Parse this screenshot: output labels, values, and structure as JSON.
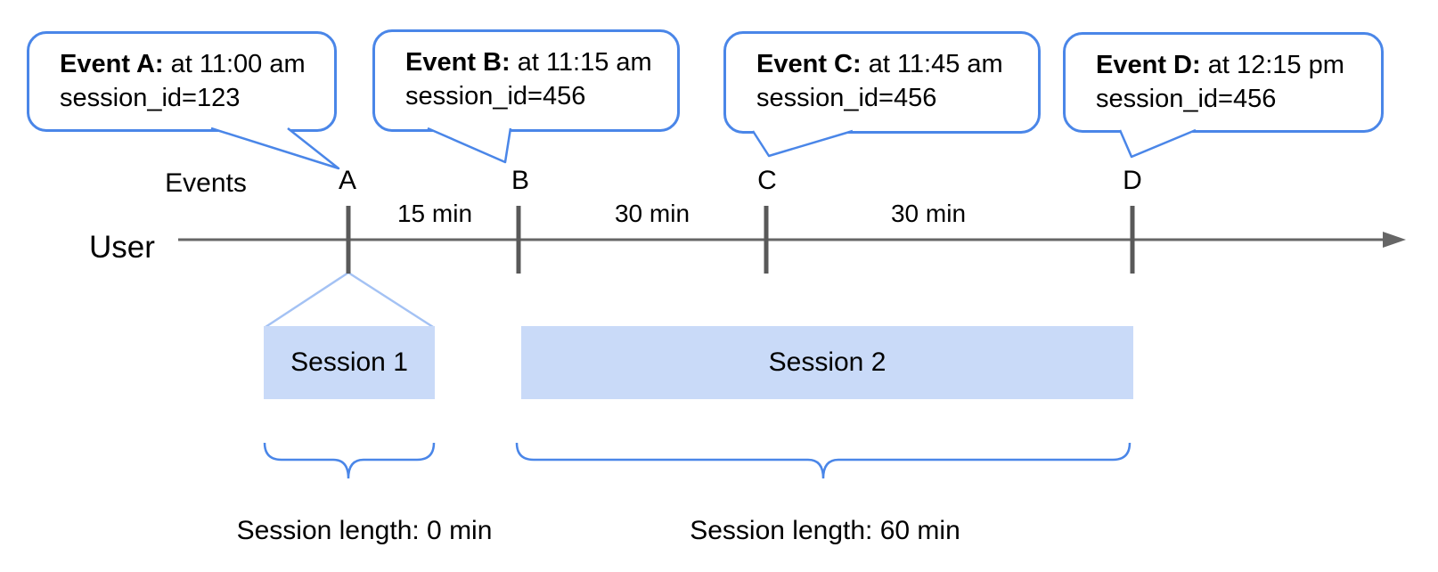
{
  "callouts": [
    {
      "title": "Event A:",
      "time": " at 11:00 am",
      "session": "session_id=123"
    },
    {
      "title": "Event B:",
      "time": " at 11:15 am",
      "session": "session_id=456"
    },
    {
      "title": "Event C:",
      "time": " at 11:45 am",
      "session": "session_id=456"
    },
    {
      "title": "Event D:",
      "time": " at 12:15 pm",
      "session": "session_id=456"
    }
  ],
  "timeline": {
    "axis_label": "User",
    "events_label": "Events",
    "event_markers": [
      "A",
      "B",
      "C",
      "D"
    ],
    "intervals": [
      "15 min",
      "30 min",
      "30 min"
    ]
  },
  "sessions": [
    {
      "label": "Session 1",
      "length_label": "Session length: 0 min"
    },
    {
      "label": "Session 2",
      "length_label": "Session length: 60 min"
    }
  ],
  "colors": {
    "accent_blue": "#4a86e8",
    "session_fill": "#c9daf8",
    "fan_line_blue": "#a4c2f4",
    "axis_gray": "#666666",
    "tick_gray": "#595959"
  }
}
